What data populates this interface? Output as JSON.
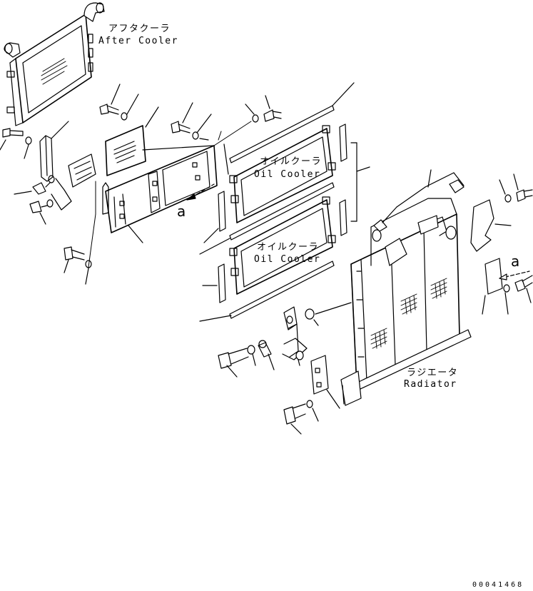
{
  "labels": {
    "after_cooler_jp": "アフタクーラ",
    "after_cooler_en": "After Cooler",
    "oil_cooler_upper_jp": "オイルクーラ",
    "oil_cooler_upper_en": "Oil Cooler",
    "oil_cooler_lower_jp": "オイルクーラ",
    "oil_cooler_lower_en": "Oil Cooler",
    "radiator_jp": "ラジエータ",
    "radiator_en": "Radiator",
    "view_ref_left": "a",
    "view_ref_right": "a"
  },
  "figure_code": "00041468",
  "colors": {
    "line": "#000000",
    "background": "#ffffff"
  }
}
